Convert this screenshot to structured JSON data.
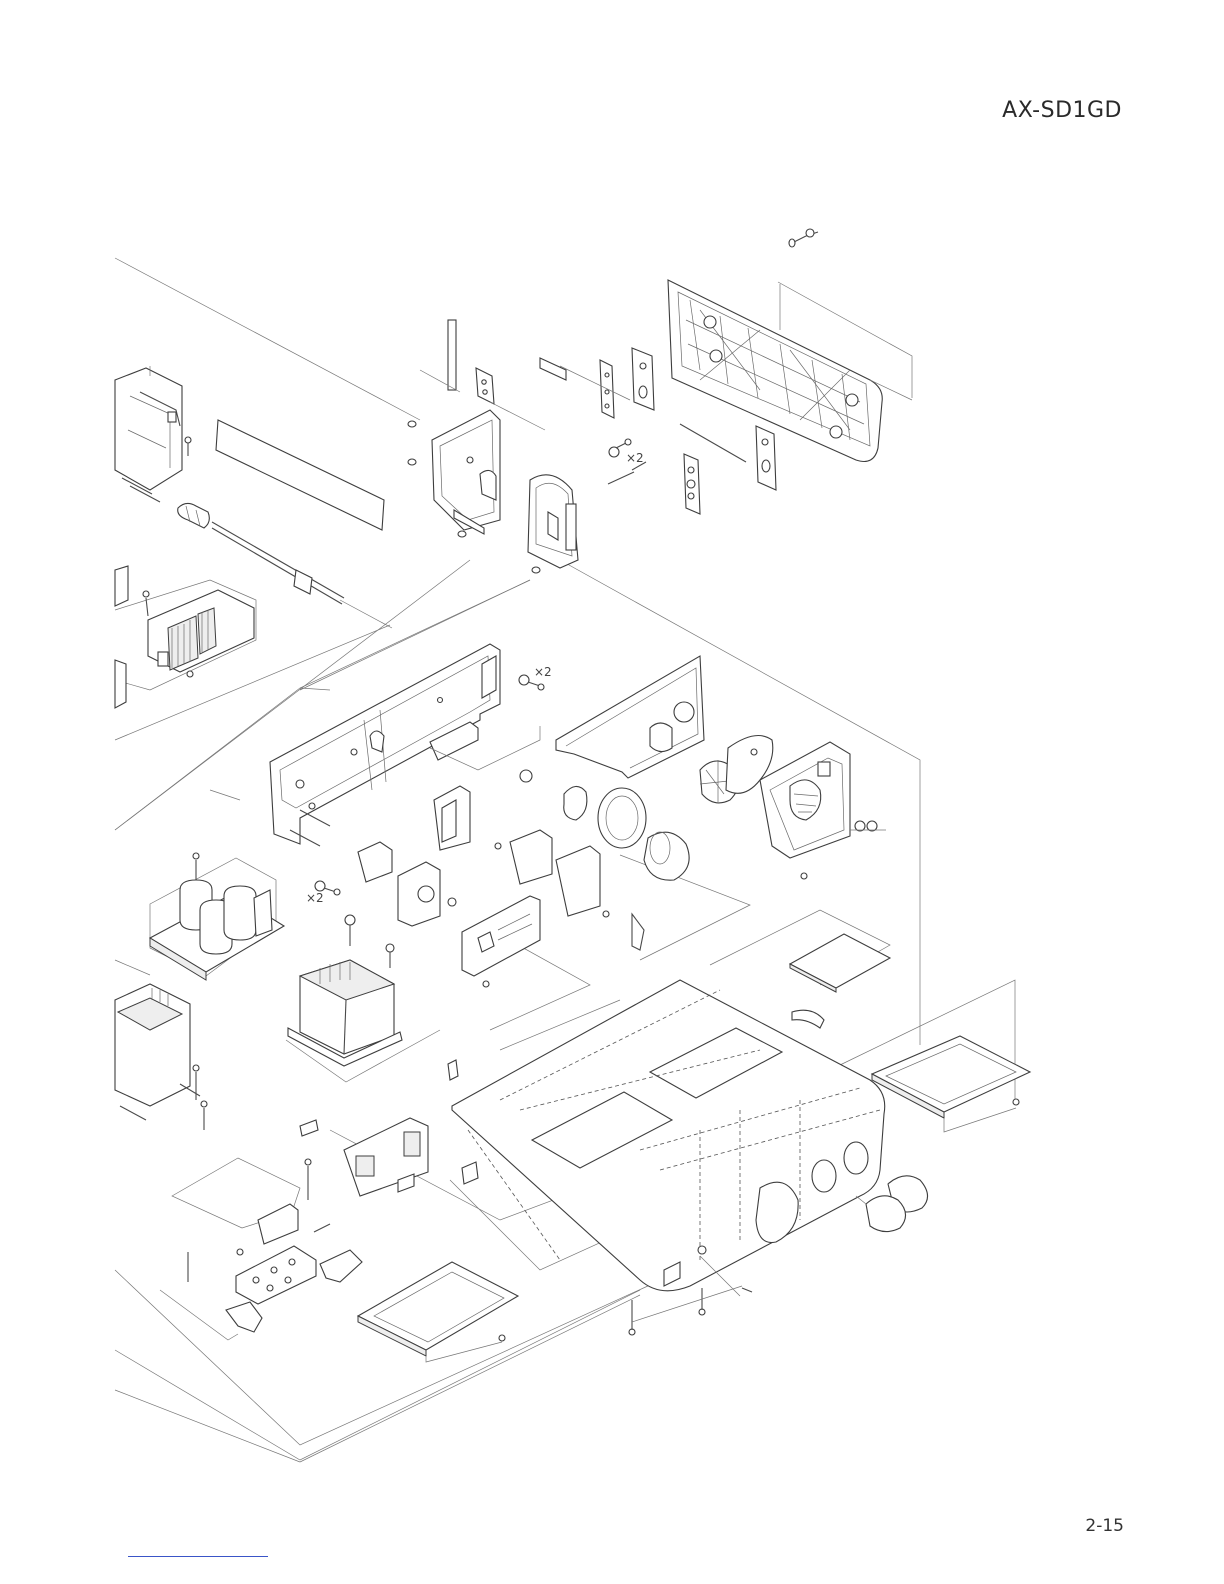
{
  "header": {
    "model": "AX-SD1GD"
  },
  "footer": {
    "page_number": "2-15"
  },
  "diagram": {
    "quantity_labels": [
      "×2",
      "×2",
      "×2"
    ]
  }
}
